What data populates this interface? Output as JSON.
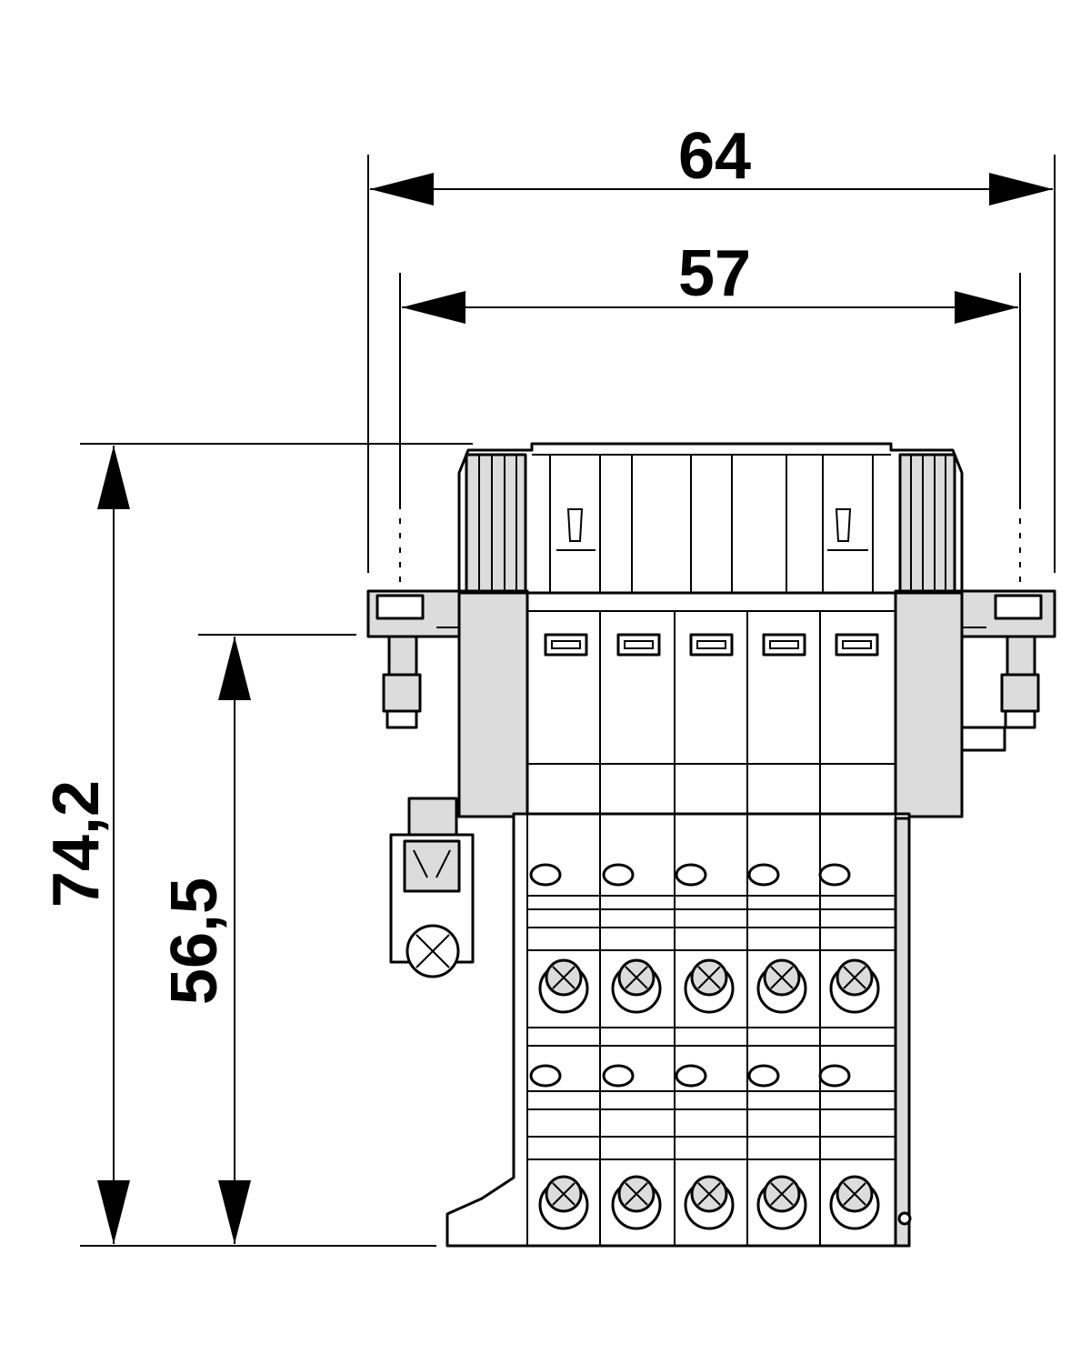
{
  "dimensions": {
    "overall_width": "64",
    "mounting_width": "57",
    "overall_height": "74,2",
    "mounting_height": "56,5"
  },
  "terminal_rows": 2,
  "terminals_per_row": 5
}
